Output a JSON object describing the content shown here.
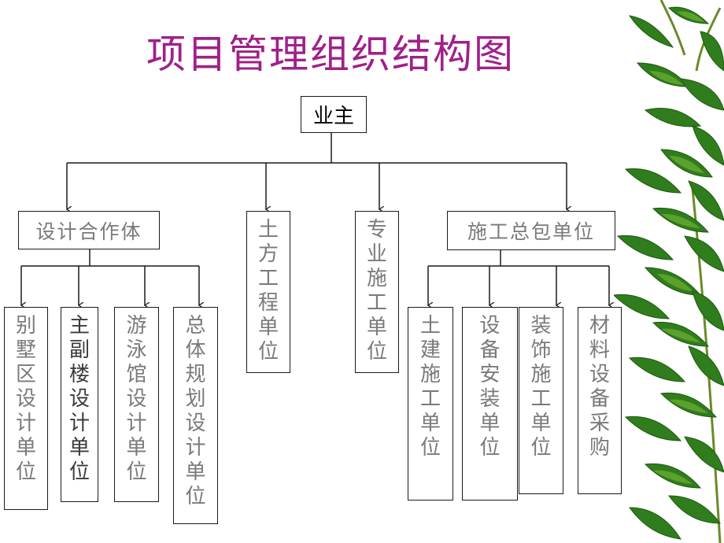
{
  "title": "项目管理组织结构图",
  "root": "业主",
  "level1": [
    {
      "label": "设计合作体"
    },
    {
      "label": "土方工程单位"
    },
    {
      "label": "专业施工单位"
    },
    {
      "label": "施工总包单位"
    }
  ],
  "design_children": [
    "别墅区设计单位",
    "主副楼设计单位",
    "游泳馆设计单位",
    "总体规划设计单位"
  ],
  "construction_children": [
    "土建施工单位",
    "设备安装单位",
    "装饰施工单位",
    "材料设备采购"
  ],
  "colors": {
    "title": "#a0208a",
    "box_text": "#7a7a7a",
    "line": "#1a1a1a",
    "leaf": "#2f7d1c"
  }
}
